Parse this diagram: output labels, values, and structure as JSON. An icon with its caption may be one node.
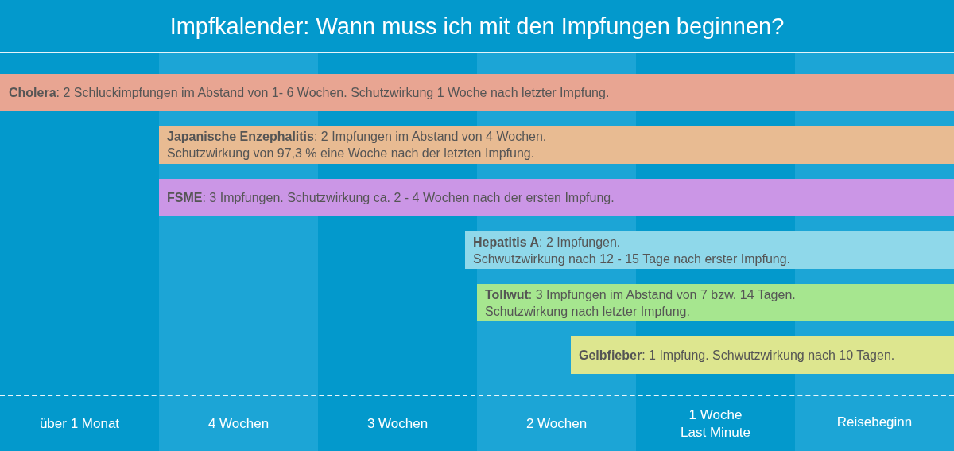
{
  "diagram": {
    "title": "Impfkalender: Wann muss ich mit den Impfungen beginnen?",
    "nodes": [
      {
        "text": [
          "**Cholera**: 2 Schluckimpfungen im Abstand von 1- 6 Wochen. Schutzwirkung 1 Woche nach letzter Impfung."
        ]
      },
      {
        "text": [
          "**Japanische Enzephalitis**: 2 Impfungen im Abstand von 4 Wochen.",
          "Schutzwirkung von 97,3 % eine Woche nach der letzten Impfung."
        ]
      },
      {
        "text": [
          "**FSME**: 3 Impfungen. Schutzwirkung ca. 2 - 4 Wochen nach der ersten Impfung."
        ]
      },
      {
        "text": [
          "**Hepatitis A**: 2 Impfungen.",
          "Schwutzwirkung nach 12 - 15 Tage nach erster Impfung."
        ]
      },
      {
        "text": [
          "**Tollwut**: 3 Impfungen im Abstand von 7 bzw. 14 Tagen.",
          "Schutzwirkung nach letzter Impfung."
        ]
      },
      {
        "text": [
          "**Gelbfieber**: 1 Impfung. Schwutzwirkung nach 10 Tagen."
        ]
      }
    ],
    "labels": [
      "über 1 Monat",
      "4 Wochen",
      "3 Wochen",
      "2 Wochen",
      "1 Woche",
      "Last Minute",
      "Reisebeginn"
    ]
  }
}
